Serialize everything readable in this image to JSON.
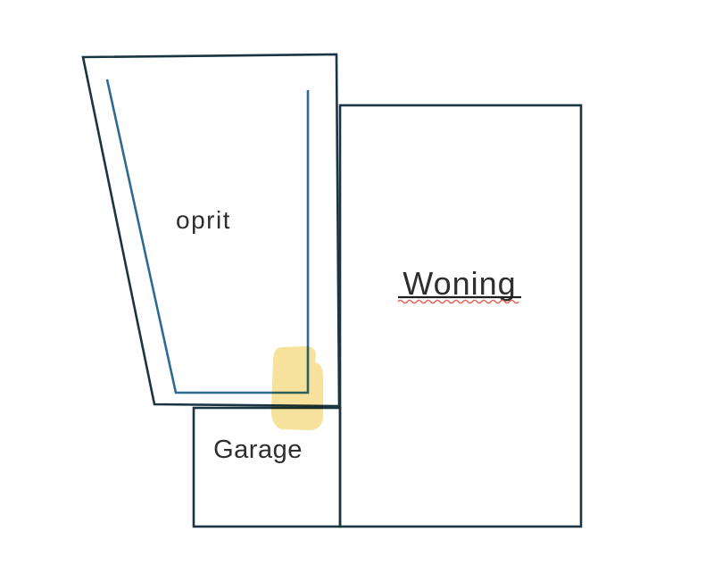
{
  "canvas": {
    "background": "#ffffff"
  },
  "plan": {
    "driveway": {
      "label": "oprit"
    },
    "house": {
      "label": "Woning"
    },
    "garage": {
      "label": "Garage"
    },
    "colors": {
      "outline": "#1a3542",
      "inner_path_blue": "#2e6b94",
      "highlight_yellow": "#f0d060",
      "label_text": "#2e2e2e",
      "house_underline": "#1f1f1f",
      "spellcheck_red": "#e0655c"
    }
  }
}
